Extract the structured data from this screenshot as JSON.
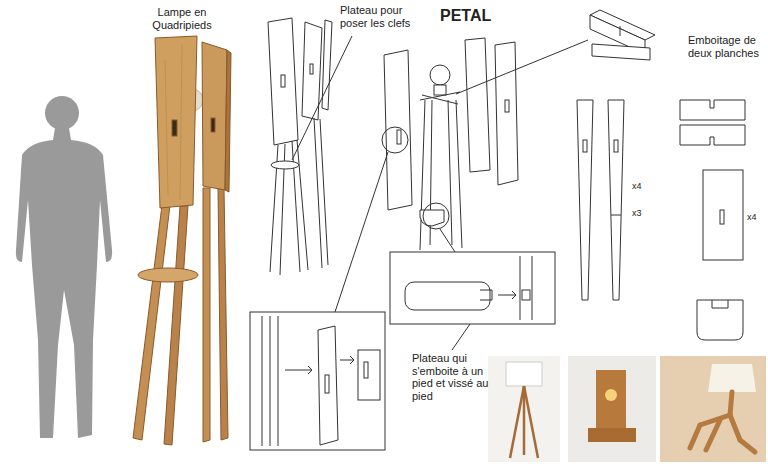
{
  "diagram": {
    "title": "PETAL",
    "labels": [
      "Lampe en Quadripieds",
      "Plateau pour poser les clefs",
      "Emboitage de deux planches",
      "x4",
      "x3",
      "x4",
      "Plateau qui s'emboite à un pied et vissé au pied"
    ]
  }
}
